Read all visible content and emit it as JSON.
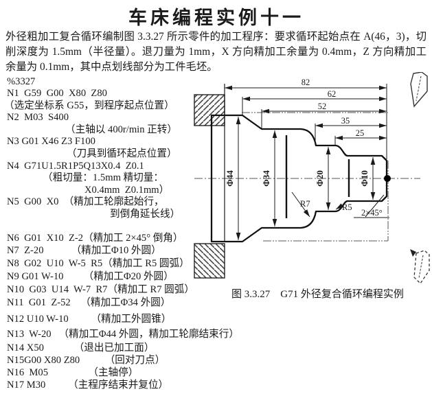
{
  "page": {
    "title": "车床编程实例十一",
    "intro_lines": [
      "外径粗加工复合循环编制图 3.3.27 所示零件的加工程序：要求循环起始点在 A(46，3)，切",
      "削深度为 1.5mm（半径量）。退刀量为 1mm，X 方向精加工余量为 0.4mm，Z 方向精加工",
      "余量为 0.1mm，其中点划线部分为工件毛坯。"
    ]
  },
  "program": {
    "lines": [
      "%3327",
      "N1  G59  G00  X80  Z80",
      "（选定坐标系 G55，到程序起点位置）",
      "N2  M03  S400",
      "（主轴以 400r/min 正转）",
      "N3 G01 X46 Z3 F100",
      "（刀具到循环起点位置）",
      "N4  G71U1.5R1P5Q13X0.4  Z0.1",
      "（粗切量：1.5mm 精切量：",
      "X0.4mm  Z0.1mm）",
      "N5  G00  X0  （精加工轮廓起始行，",
      "到倒角延长线）",
      "N6  G01  X10  Z-2（精加工 2×45° 倒角）",
      "N7  Z-20           （精加工Φ10 外圆）",
      "N8  G02  U10  W-5  R5（精加工 R5 圆弧）",
      "N9 G01 W-10        （精加工Φ20 外圆）",
      "N10  G03  U14  W-7  R7（精加工 R7 圆弧）",
      "N11  G01  Z-52    （精加工Φ34 外圆）",
      "N12 U10 W-10         （精加工外圆锥）",
      "N13  W-20   （精加工Φ44 外圆，精加工轮廓结束行）",
      "N14 X50            （退出已加工面）",
      "N15G00 X80 Z80          （回对刀点）",
      "N16  M05                （主轴停）",
      "N17 M30         （主程序结束并复位）"
    ]
  },
  "figure": {
    "caption": "图 3.3.27    G71 外径复合循环编程实例",
    "h_dims": [
      "82",
      "62",
      "52",
      "35",
      "25"
    ],
    "d_dims": [
      "Φ44",
      "Φ34",
      "Φ20",
      "Φ10"
    ],
    "arc_labels": {
      "r7": "R7",
      "r5": "R5",
      "chamfer": "2×45°"
    }
  }
}
